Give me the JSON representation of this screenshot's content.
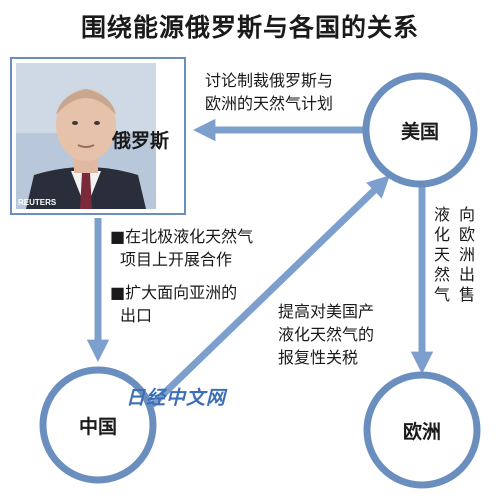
{
  "title": "围绕能源俄罗斯与各国的关系",
  "nodes": {
    "russia": "俄罗斯",
    "usa": "美国",
    "china": "中国",
    "europe": "欧洲"
  },
  "photo_credit": "REUTERS",
  "usa_to_russia": {
    "line1": "讨论制裁俄罗斯与",
    "line2": "欧洲的天然气计划"
  },
  "russia_to_china": {
    "item1_line1": "■在北极液化天然气",
    "item1_line2": "项目上开展合作",
    "item2_line1": "■扩大面向亚洲的",
    "item2_line2": "出口"
  },
  "china_to_usa": {
    "line1": "提高对美国产",
    "line2": "液化天然气的",
    "line3": "报复性关税"
  },
  "usa_to_europe": {
    "col_right": [
      "向",
      "欧",
      "洲",
      "出",
      "售"
    ],
    "col_left": [
      "液",
      "化",
      "天",
      "然",
      "气"
    ]
  },
  "watermark": "日经中文网",
  "colors": {
    "node_border": "#6a8fbf",
    "arrow": "#7d9fce"
  }
}
